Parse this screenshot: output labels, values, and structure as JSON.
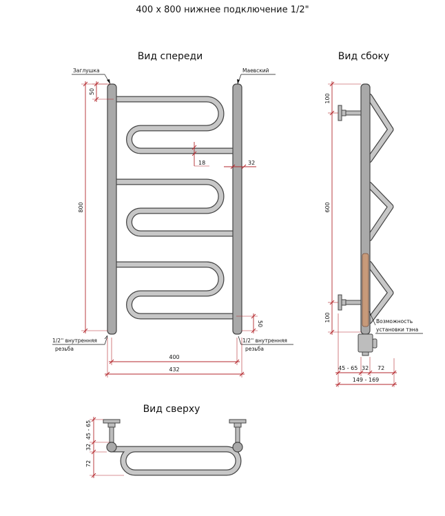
{
  "title": "400 х 800 нижнее подключение 1/2\"",
  "views": {
    "front": "Вид спереди",
    "side": "Вид сбоку",
    "top": "Вид сверху"
  },
  "labels": {
    "plug": "Заглушка",
    "mayevsky": "Маевский",
    "thread_line1": "1/2'' внутренняя",
    "thread_line2": "резьба",
    "heater_line1": "Возможность",
    "heater_line2": "установки тэна"
  },
  "front_dims": {
    "top_offset": "50",
    "height": "800",
    "pipe_gap": "18",
    "rail_offset": "32",
    "bottom_offset": "50",
    "center_width": "400",
    "total_width": "432"
  },
  "side_dims": {
    "top_offset": "100",
    "middle": "600",
    "bottom_offset": "100",
    "depth_a": "45 - 65",
    "depth_b": "32",
    "depth_c": "72",
    "total_depth": "149 - 169"
  },
  "top_dims": {
    "depth_a": "45 - 65",
    "depth_b": "32",
    "depth_c": "72"
  },
  "colors": {
    "dimension": "#b3262b",
    "metal": "#a9a9a9",
    "outline": "#444444",
    "heater": "#c79a7a"
  }
}
